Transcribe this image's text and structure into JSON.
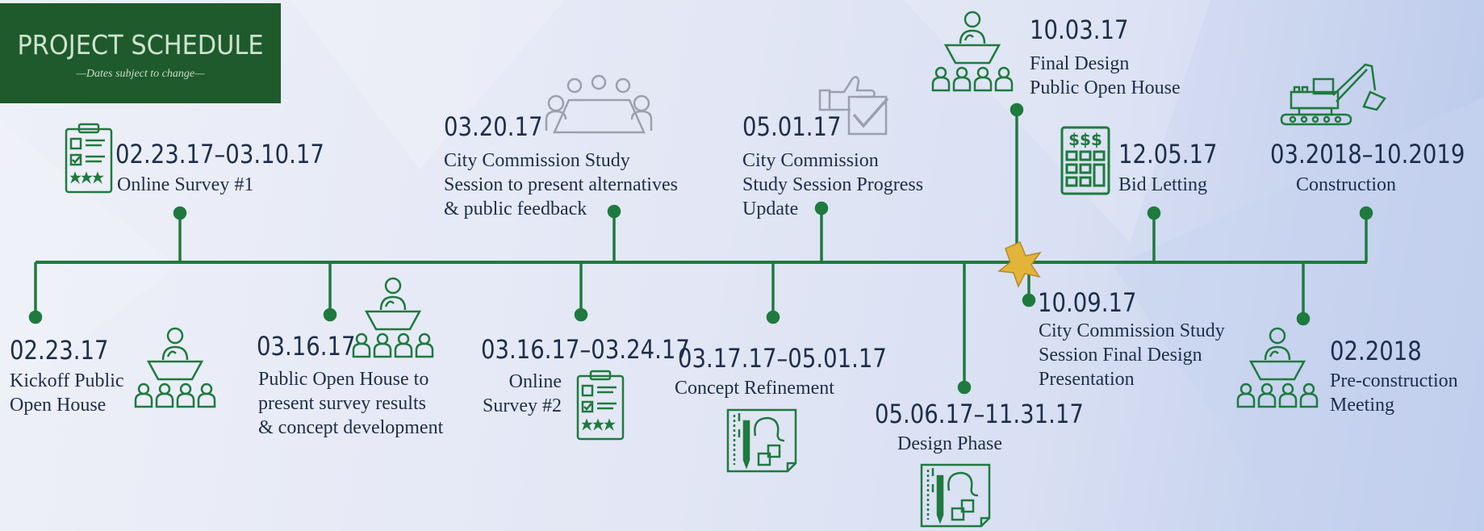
{
  "header": {
    "title": "PROJECT SCHEDULE",
    "subtitle": "—Dates subject to change—"
  },
  "colors": {
    "line": "#1e7a3e",
    "title_bg": "#1e5a2c",
    "text": "#1d2e4a",
    "star": "#e2b43a"
  },
  "events": {
    "e1": {
      "date": "02.23.17",
      "lines": [
        "Kickoff Public",
        "Open House"
      ],
      "icon": "public-meeting-icon"
    },
    "e2": {
      "date": "02.23.17–03.10.17",
      "lines": [
        "Online Survey #1"
      ],
      "icon": "survey-clipboard-icon"
    },
    "e3": {
      "date": "03.16.17",
      "lines": [
        "Public Open House to",
        "present survey results",
        "& concept development"
      ],
      "icon": "public-meeting-icon"
    },
    "e4": {
      "date": "03.20.17",
      "lines": [
        "City Commission Study",
        "Session to present alternatives",
        "& public feedback"
      ],
      "icon": "conference-table-icon"
    },
    "e5": {
      "date": "03.16.17–03.24.17",
      "lines": [
        "Online",
        "Survey #2"
      ],
      "icon": "survey-clipboard-icon"
    },
    "e6": {
      "date": "03.17.17–05.01.17",
      "lines": [
        "Concept Refinement"
      ],
      "icon": "design-drawing-icon"
    },
    "e7": {
      "date": "05.01.17",
      "lines": [
        "City Commission",
        "Study Session Progress",
        "Update"
      ],
      "icon": "thumbs-up-check-icon"
    },
    "e8": {
      "date": "05.06.17–11.31.17",
      "lines": [
        "Design Phase"
      ],
      "icon": "design-drawing-icon"
    },
    "e9": {
      "date": "10.03.17",
      "lines": [
        "Final Design",
        "Public Open House"
      ],
      "icon": "public-meeting-icon"
    },
    "e10": {
      "date": "10.09.17",
      "lines": [
        "City Commission Study",
        "Session Final Design",
        "Presentation"
      ],
      "icon": "star-icon"
    },
    "e11": {
      "date": "12.05.17",
      "lines": [
        "Bid Letting"
      ],
      "icon": "calculator-icon"
    },
    "e12": {
      "date": "03.2018–10.2019",
      "lines": [
        "Construction"
      ],
      "icon": "excavator-icon"
    },
    "e13": {
      "date": "02.2018",
      "lines": [
        "Pre-construction",
        "Meeting"
      ],
      "icon": "public-meeting-icon"
    }
  }
}
